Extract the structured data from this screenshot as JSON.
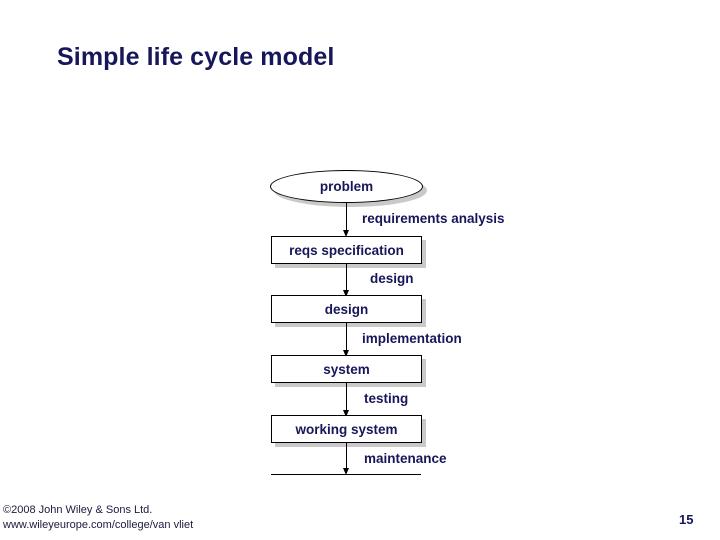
{
  "slide": {
    "title": "Simple life cycle model",
    "page_number": "15",
    "background_color": "#ffffff",
    "text_color": "#16165a",
    "shadow_color": "#c9c9c9",
    "line_color": "#000000"
  },
  "footer": {
    "copyright": "©2008 John Wiley & Sons Ltd.",
    "url": "www.wileyeurope.com/college/van vliet"
  },
  "diagram": {
    "type": "flowchart",
    "orientation": "top-to-bottom",
    "nodes": [
      {
        "id": "problem",
        "label": "problem",
        "shape": "ellipse"
      },
      {
        "id": "reqs-specification",
        "label": "reqs specification",
        "shape": "rectangle"
      },
      {
        "id": "design",
        "label": "design",
        "shape": "rectangle"
      },
      {
        "id": "system",
        "label": "system",
        "shape": "rectangle"
      },
      {
        "id": "working-system",
        "label": "working system",
        "shape": "rectangle"
      },
      {
        "id": "final",
        "label": "",
        "shape": "open-bottom-line"
      }
    ],
    "edges": [
      {
        "from": "problem",
        "to": "reqs-specification",
        "label": "requirements analysis"
      },
      {
        "from": "reqs-specification",
        "to": "design",
        "label": "design"
      },
      {
        "from": "design",
        "to": "system",
        "label": "implementation"
      },
      {
        "from": "system",
        "to": "working-system",
        "label": "testing"
      },
      {
        "from": "working-system",
        "to": "final",
        "label": "maintenance"
      }
    ]
  }
}
